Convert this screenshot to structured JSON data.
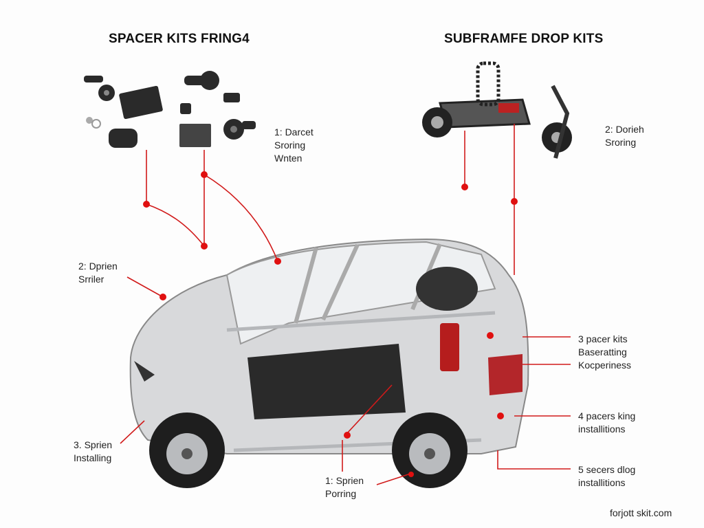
{
  "titles": {
    "left": "SPACER KITS FRING4",
    "right": "SUBFRAMFE DROP KITS"
  },
  "labels": {
    "l1": {
      "line1": "1: Darcet",
      "line2": "Sroring",
      "line3": "Wnten"
    },
    "r2": {
      "line1": "2: Dorieh",
      "line2": "Sroring"
    },
    "l2": {
      "line1": "2: Dprien",
      "line2": "Srriler"
    },
    "r3": {
      "line1": "3 pacer kits",
      "line2": "Baseratting",
      "line3": "Kocperiness"
    },
    "r4": {
      "line1": "4 pacers king",
      "line2": "installitions"
    },
    "r5": {
      "line1": "5 secers dlog",
      "line2": "installitions"
    },
    "l3": {
      "line1": "3. Sprien",
      "line2": "Installing"
    },
    "b1": {
      "line1": "1: Sprien",
      "line2": "Porring"
    }
  },
  "watermark": "forjott skit.com",
  "colors": {
    "leader": "#d11a1a",
    "body": "#c9cacc",
    "tire": "#1e1e1e"
  }
}
